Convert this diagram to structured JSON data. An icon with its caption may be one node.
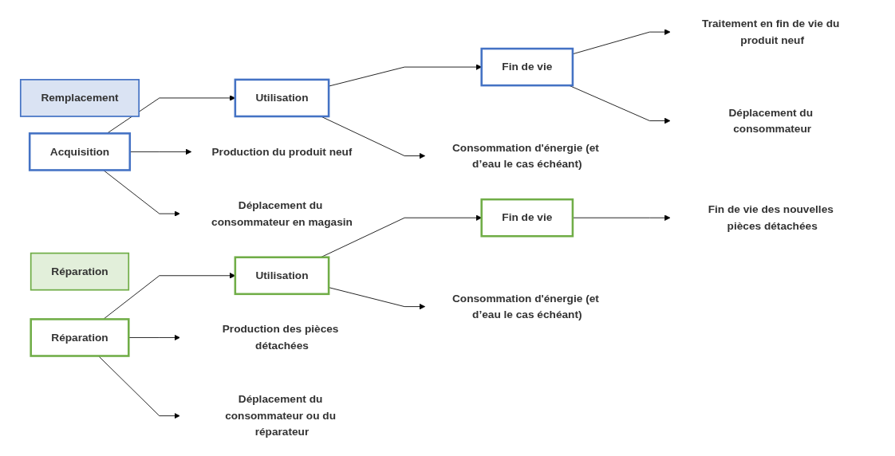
{
  "diagram": {
    "nodes": [
      {
        "text": [
          "Remplacement"
        ]
      },
      {
        "text": [
          "Acquisition"
        ]
      },
      {
        "text": [
          "Utilisation"
        ]
      },
      {
        "text": [
          "Fin de vie"
        ]
      },
      {
        "text": [
          "Production du produit neuf"
        ]
      },
      {
        "text": [
          "Déplacement du consommateur en magasin"
        ]
      },
      {
        "text": [
          "Consommation d'énergie (et d’eau le cas échéant)"
        ]
      },
      {
        "text": [
          "Traitement en fin de vie du produit neuf"
        ]
      },
      {
        "text": [
          "Déplacement du consommateur"
        ]
      },
      {
        "text": [
          "Réparation"
        ]
      },
      {
        "text": [
          "Réparation"
        ]
      },
      {
        "text": [
          "Utilisation"
        ]
      },
      {
        "text": [
          "Fin de vie"
        ]
      },
      {
        "text": [
          "Production des pièces détachées"
        ]
      },
      {
        "text": [
          "Déplacement du consommateur ou du réparateur"
        ]
      },
      {
        "text": [
          "Consommation d'énergie (et d’eau le cas échéant)"
        ]
      },
      {
        "text": [
          "Fin de vie des nouvelles pièces détachées"
        ]
      }
    ],
    "edges": [
      {
        "from": 1,
        "to": 2,
        "arrow": "to"
      },
      {
        "from": 2,
        "to": 3,
        "arrow": "to"
      },
      {
        "from": 1,
        "to": 4,
        "arrow": "to"
      },
      {
        "from": 1,
        "to": 5,
        "arrow": "to"
      },
      {
        "from": 2,
        "to": 6,
        "arrow": "to"
      },
      {
        "from": 3,
        "to": 7,
        "arrow": "to"
      },
      {
        "from": 3,
        "to": 8,
        "arrow": "to"
      },
      {
        "from": 10,
        "to": 11,
        "arrow": "to"
      },
      {
        "from": 11,
        "to": 12,
        "arrow": "to"
      },
      {
        "from": 10,
        "to": 13,
        "arrow": "to"
      },
      {
        "from": 10,
        "to": 14,
        "arrow": "to"
      },
      {
        "from": 11,
        "to": 15,
        "arrow": "to"
      },
      {
        "from": 12,
        "to": 16,
        "arrow": "to"
      }
    ]
  }
}
